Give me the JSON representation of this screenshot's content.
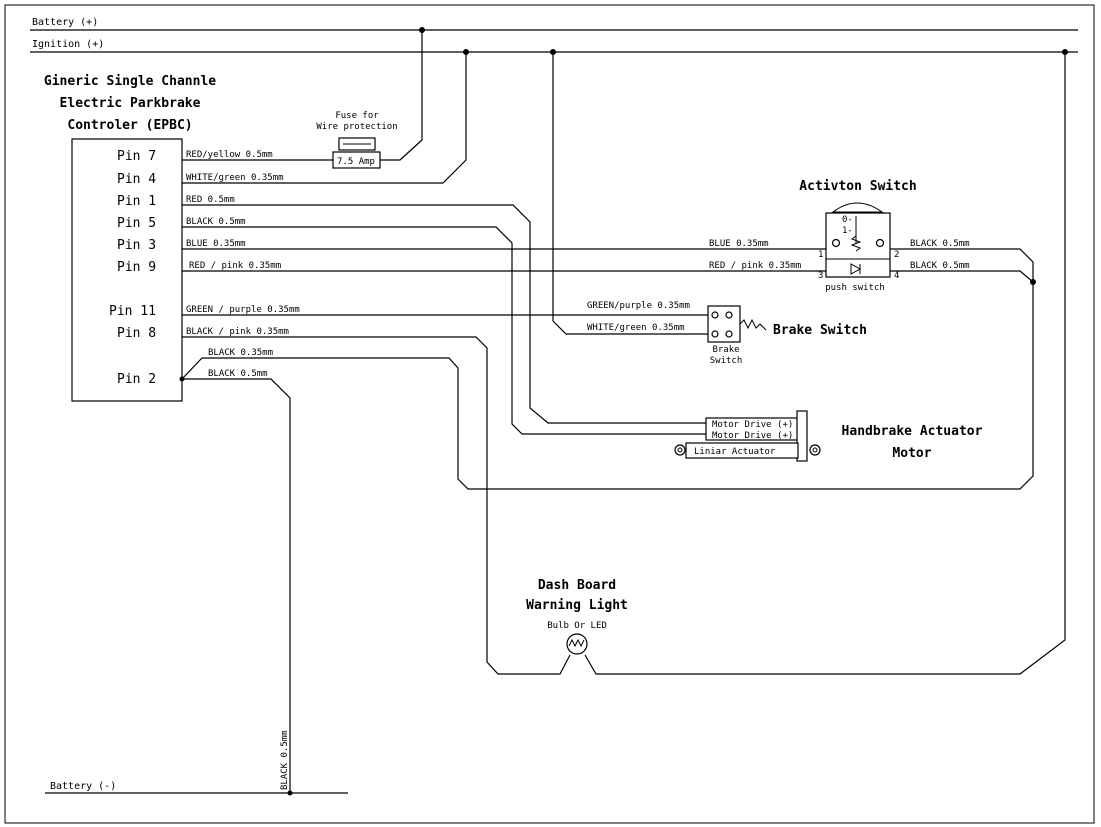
{
  "rails": {
    "battery_pos": "Battery (+)",
    "ignition_pos": "Ignition (+)",
    "battery_neg": "Battery (-)"
  },
  "controller": {
    "title_line1": "Gineric Single Channle",
    "title_line2": "Electric Parkbrake",
    "title_line3": "Controler (EPBC)",
    "pins": [
      "Pin 7",
      "Pin 4",
      "Pin 1",
      "Pin 5",
      "Pin 3",
      "Pin 9",
      "Pin 11",
      "Pin 8",
      "Pin 2"
    ]
  },
  "wires": {
    "pin7": "RED/yellow 0.5mm",
    "pin4": "WHITE/green 0.35mm",
    "pin1": "RED 0.5mm",
    "pin5": "BLACK 0.5mm",
    "pin3": "BLUE 0.35mm",
    "pin9": "RED / pink 0.35mm",
    "pin11": "GREEN / purple 0.35mm",
    "pin8": "BLACK / pink 0.35mm",
    "pin2_a": "BLACK 0.35mm",
    "pin2_b": "BLACK 0.5mm",
    "sw_blue": "BLUE 0.35mm",
    "sw_redpink": "RED / pink 0.35mm",
    "sw_black1": "BLACK 0.5mm",
    "sw_black2": "BLACK 0.5mm",
    "brake_green": "GREEN/purple 0.35mm",
    "brake_white": "WHITE/green 0.35mm",
    "ground": "BLACK 0.5mm"
  },
  "fuse": {
    "caption_line1": "Fuse for",
    "caption_line2": "Wire protection",
    "rating": "7.5 Amp"
  },
  "activation_switch": {
    "title": "Activton Switch",
    "caption": "push switch",
    "pos0": "0-",
    "pos1": "1-",
    "t1": "1",
    "t2": "2",
    "t3": "3",
    "t4": "4"
  },
  "brake_switch": {
    "title": "Brake Switch",
    "caption_line1": "Brake",
    "caption_line2": "Switch"
  },
  "actuator": {
    "title_line1": "Handbrake Actuator",
    "title_line2": "Motor",
    "drive1": "Motor Drive (+)",
    "drive2": "Motor Drive (+)",
    "body": "Liniar Actuator"
  },
  "warning_light": {
    "title_line1": "Dash Board",
    "title_line2": "Warning Light",
    "caption": "Bulb Or LED"
  }
}
